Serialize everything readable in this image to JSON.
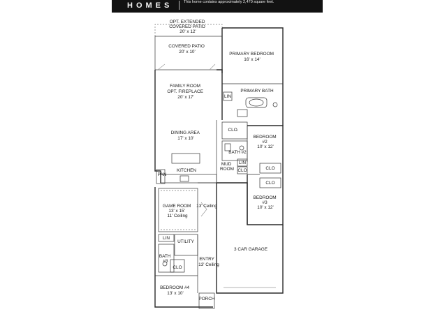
{
  "header": {
    "brand": "HOMES",
    "note": "This home contains approximately 2,470 square feet."
  },
  "rooms": {
    "opt_patio": [
      "OPT. EXTENDED",
      "COVERED PATIO",
      "20' x 12'"
    ],
    "covered_patio": [
      "COVERED PATIO",
      "20' x 10'"
    ],
    "primary_bedroom": [
      "PRIMARY BEDROOM",
      "16' x 14'"
    ],
    "primary_bath": [
      "PRIMARY BATH"
    ],
    "lin": "LIN",
    "family_room": [
      "FAMILY ROOM",
      "OPT. FIREPLACE",
      "20' x 17'"
    ],
    "dining_area": [
      "DINING AREA",
      "17' x 10'"
    ],
    "kitchen": "KITCHEN",
    "pan": "PAN",
    "clo_primary": "CLO.",
    "bedroom2": [
      "BEDROOM",
      "#2",
      "10' x 12'"
    ],
    "bath2": "BATH #2",
    "lin2": "LIN",
    "clo_bath2": "CLO",
    "mud_room": [
      "MUD",
      "ROOM"
    ],
    "clo_bed2": "CLO",
    "clo_bed3": "CLO",
    "bedroom3": [
      "BEDROOM",
      "#3",
      "10' x 12'"
    ],
    "game_room": [
      "GAME ROOM",
      "13' x 15'",
      "11' Ceiling"
    ],
    "ceiling13": "13' Ceiling",
    "garage": "3 CAR GARAGE",
    "utility": "UTILITY",
    "linen": "LIN",
    "bath3": [
      "BATH",
      "#3"
    ],
    "clo_bed4": "CLO",
    "entry": [
      "ENTRY",
      "13' Ceiling"
    ],
    "bedroom4": [
      "BEDROOM #4",
      "13' x 10'"
    ],
    "porch": "PORCH"
  }
}
